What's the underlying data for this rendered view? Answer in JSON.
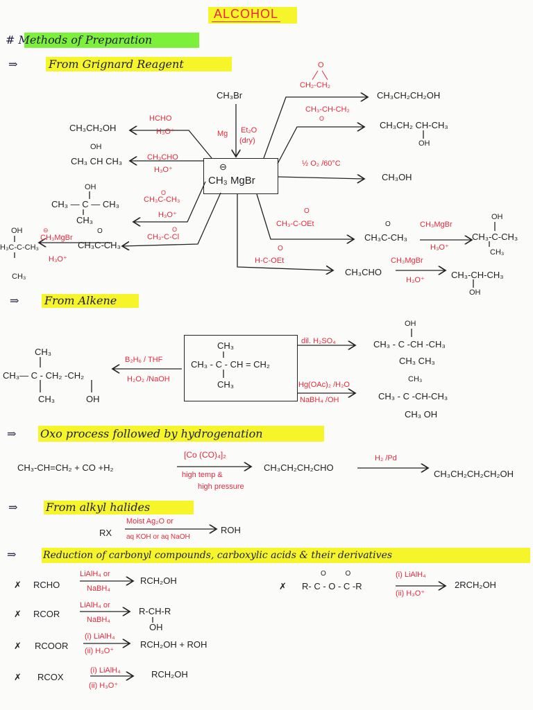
{
  "title": "ALCOHOL",
  "heading": "# Methods of Preparation",
  "colors": {
    "ink": "#1f1f24",
    "reagent": "#e8283c",
    "highlight_yellow": "#f5f52a",
    "highlight_green": "#7cf03a"
  },
  "arrow": "⇒",
  "grignard": {
    "heading": "From Grignard Reagent",
    "start": "CH₃Br",
    "mg": "Mg",
    "solvent": "Et₂O",
    "solvent_note": "(dry)",
    "charge": "⊖",
    "reagent": "CH₃ MgBr",
    "r1": {
      "above": "HCHO",
      "below": "H₃O⁺",
      "product": "CH₃CH₂OH"
    },
    "r2": {
      "above": "CH₃CHO",
      "below": "H₃O⁺",
      "product_oh": "OH",
      "product": "CH₃ CH CH₃"
    },
    "r3": {
      "above_o": "O",
      "above": "CH₃C-CH₃",
      "below": "H₃O⁺",
      "product_oh": "OH",
      "product": "CH₃ — C — CH₃",
      "product_ch3": "CH₃"
    },
    "r4": {
      "above_o": "O",
      "above": "CH₃-C-Cl",
      "mid_o": "O",
      "mid": "CH₃C-CH₃",
      "step2_above": "CH₃MgBr",
      "step2_charge": "⊖",
      "step2_below": "H₃O⁺",
      "product_oh": "OH",
      "product": "H₃C-C-CH₃",
      "product_ch3": "CH₃"
    },
    "r5": {
      "above_top": "O",
      "above_bottom": "CH₂-CH₂",
      "product": "CH₃CH₂CH₂OH"
    },
    "r6": {
      "above_top": "CH₃-CH-CH₂",
      "above_bottom": "O",
      "product": "CH₃CH₂ CH-CH₃",
      "product_oh": "OH"
    },
    "r7": {
      "above": "½ O₂ /60°C",
      "product": "CH₃OH"
    },
    "r8": {
      "above_o": "O",
      "above": "CH₃-C-OEt",
      "mid_o": "O",
      "mid": "CH₃C-CH₃",
      "step2_above": "CH₃MgBr",
      "step2_below": "H₃O⁺",
      "product_oh": "OH",
      "product": "CH₃-C-CH₃",
      "product_ch3": "CH₃"
    },
    "r9": {
      "above_o": "O",
      "above": "H-C-OEt",
      "mid": "CH₃CHO",
      "step2_above": "CH₃MgBr",
      "step2_below": "H₃O⁺",
      "product": "CH₃-CH-CH₃",
      "product_oh": "OH"
    }
  },
  "alkene": {
    "heading": "From Alkene",
    "sub_top": "CH₃",
    "substrate": "CH₃ - C - CH = CH₂",
    "sub_bottom": "CH₃",
    "left": {
      "above": "B₂H₆ / THF",
      "below": "H₂O₂ /NaOH",
      "top": "CH₃",
      "product": "CH₃— C - CH₂ -CH₂",
      "bottom_ch3": "CH₃",
      "bottom_oh": "OH"
    },
    "right1": {
      "above": "dil. H₂SO₄",
      "top": "OH",
      "product": "CH₃ - C -CH -CH₃",
      "bottom": "CH₃  CH₃"
    },
    "right2": {
      "above": "Hg(OAc)₂ /H₂O",
      "below": "NaBH₄ /OH",
      "top": "CH₃",
      "product": "CH₃ - C  -CH-CH₃",
      "bottom": "CH₃    OH"
    }
  },
  "oxo": {
    "heading": "Oxo process followed by hydrogenation",
    "reactants": "CH₃-CH=CH₂   + CO  +H₂",
    "cat": "[Co (CO)₄]₂",
    "cond1": "high temp &",
    "cond2": "high pressure",
    "intermediate": "CH₃CH₂CH₂CHO",
    "step2": "H₂ /Pd",
    "product": "CH₃CH₂CH₂CH₂OH"
  },
  "halides": {
    "heading": "From alkyl halides",
    "reactant": "RX",
    "above": "Moist Ag₂O or",
    "below": "aq KOH or aq NaOH",
    "product": "ROH"
  },
  "reduction": {
    "heading": "Reduction of carbonyl compounds, carboxylic acids & their derivatives",
    "bullet": "✗",
    "items": [
      {
        "reactant": "RCHO",
        "above": "LiAlH₄ or",
        "below": "NaBH₄",
        "product": "RCH₂OH"
      },
      {
        "reactant": "RCOR",
        "above": "LiAlH₄ or",
        "below": "NaBH₄",
        "product": "R-CH-R",
        "product_oh": "OH"
      },
      {
        "reactant": "RCOOR",
        "above": "(i) LiAlH₄",
        "below": "(ii) H₃O⁺",
        "product": "RCH₂OH + ROH"
      },
      {
        "reactant": "RCOX",
        "above": "(i) LiAlH₄",
        "below": "(ii) H₃O⁺",
        "product": "RCH₂OH"
      },
      {
        "reactant_o": "O          O",
        "reactant": "R- C - O - C -R",
        "above": "(i) LiAlH₄",
        "below": "(ii) H₃O⁺",
        "product": "2RCH₂OH"
      }
    ]
  }
}
